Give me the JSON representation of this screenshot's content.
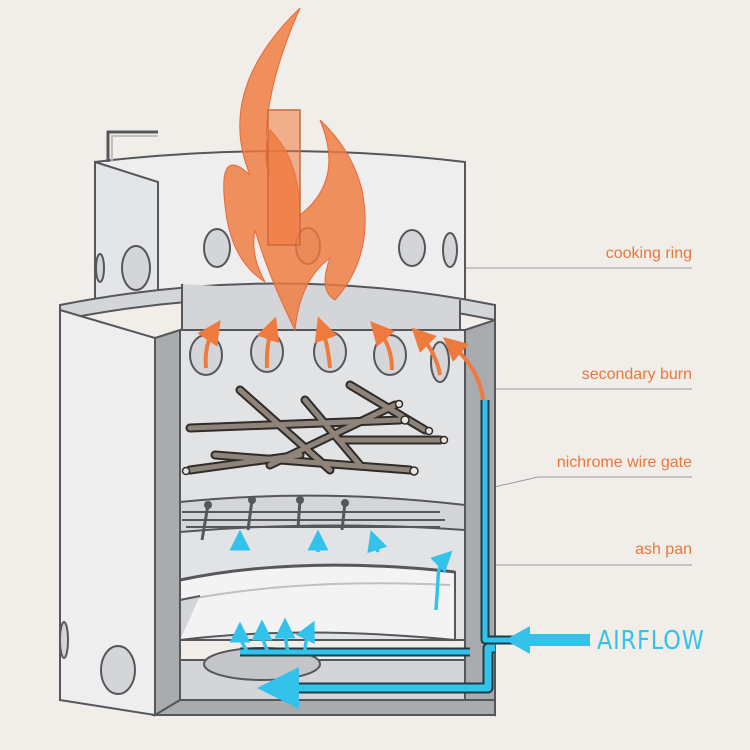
{
  "labels": {
    "cooking_ring": "cooking ring",
    "secondary_burn": "secondary burn",
    "nichrome_wire_gate": "nichrome wire gate",
    "ash_pan": "ash pan",
    "airflow": "AIRFLOW"
  },
  "colors": {
    "background": "#f1ede8",
    "flame": "#ef7a3d",
    "label": "#e8783c",
    "airflow": "#33c3ea",
    "steel_light": "#eeeeef",
    "steel_mid": "#d4d5d8",
    "steel_dark": "#a9abaf",
    "outline": "#55575b",
    "wood": "#8f8479"
  }
}
